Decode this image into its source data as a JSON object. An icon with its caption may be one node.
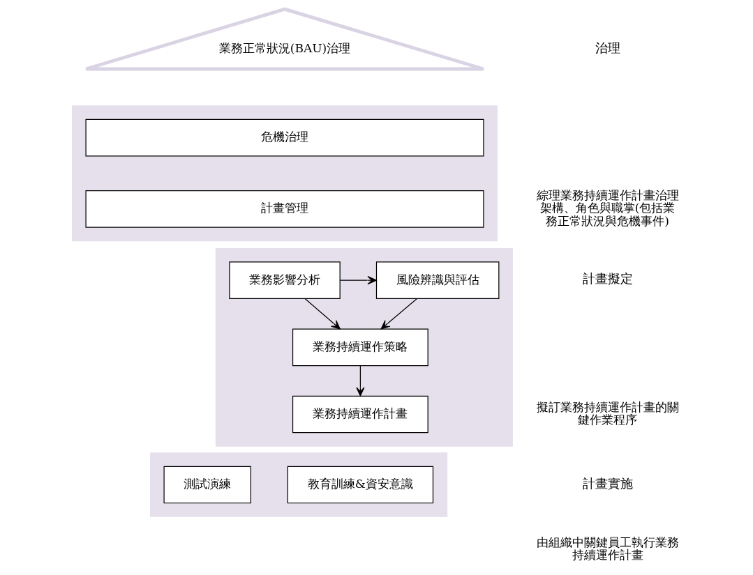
{
  "diagram": {
    "nodes": [
      {
        "text": [
          "業務正常狀況(BAU)治理"
        ]
      },
      {
        "text": [],
        "shape": "box"
      },
      {
        "text": [
          "危機治理"
        ],
        "in": 1
      },
      {
        "text": [
          "計畫管理"
        ],
        "in": 1
      },
      {
        "text": [],
        "shape": "box"
      },
      {
        "text": [
          "業務影響分析"
        ],
        "in": 4
      },
      {
        "text": [
          "風險辨識與評估"
        ],
        "in": 4
      },
      {
        "text": [
          "業務持續運作策略"
        ],
        "in": 4
      },
      {
        "text": [
          "業務持續運作計畫"
        ],
        "in": 4
      },
      {
        "text": [],
        "shape": "box"
      },
      {
        "text": [
          "教育訓練&資安意識"
        ],
        "in": 9
      },
      {
        "text": [
          "測試演練"
        ],
        "in": 9
      }
    ],
    "edges": [
      {
        "from": 5,
        "to": 6,
        "arrow": "to"
      },
      {
        "from": 5,
        "to": 7,
        "arrow": "to"
      },
      {
        "from": 6,
        "to": 7,
        "arrow": "to"
      },
      {
        "from": 7,
        "to": 8,
        "arrow": "to"
      }
    ],
    "labels": [
      "治理",
      "綜理業務持續運作計畫治理架構、角色與職掌(包括業務正常狀況與危機事件)",
      "計畫擬定",
      "擬訂業務持續運作計畫的關鍵作業程序",
      "計畫實施",
      "由組織中關鍵員工執行業務持續運作計畫"
    ]
  }
}
